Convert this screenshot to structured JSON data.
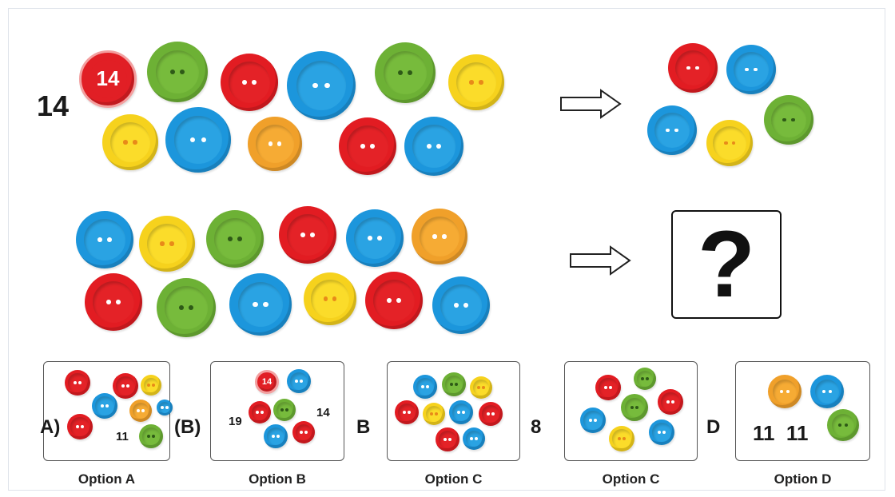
{
  "top_row": {
    "count_label": "14",
    "button_number": "14"
  },
  "question_mark": "?",
  "options": [
    {
      "caption": "Option A",
      "prefix": "A)",
      "inner_number": "11"
    },
    {
      "caption": "Option B",
      "prefix": "(B)",
      "left_number": "19",
      "right_number": "14",
      "button_number": "14"
    },
    {
      "caption": "Option C",
      "prefix": "B"
    },
    {
      "caption": "Option C",
      "prefix": "8"
    },
    {
      "caption": "Option D",
      "prefix": "D",
      "numbers": "11  11"
    }
  ],
  "colors": {
    "red": "#e21c22",
    "blue": "#1c96dc",
    "green": "#6db135",
    "yellow": "#f6d21d",
    "orange": "#f0a02a"
  }
}
